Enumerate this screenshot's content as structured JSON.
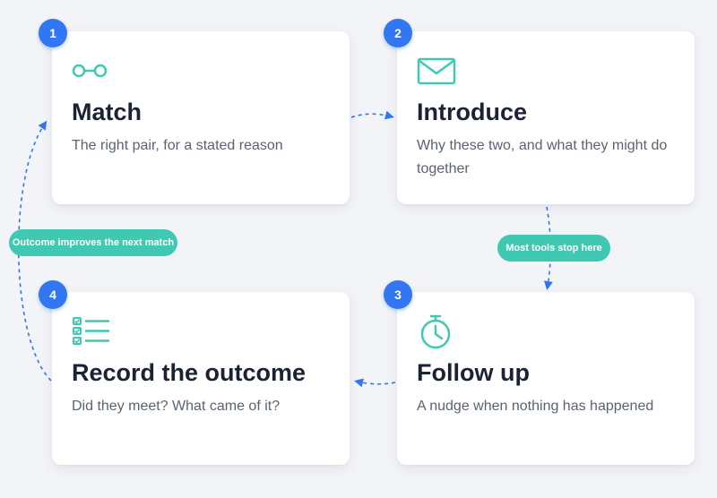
{
  "steps": [
    {
      "number": "1",
      "title": "Match",
      "description": "The right pair, for a stated reason",
      "icon": "link-rings-icon"
    },
    {
      "number": "2",
      "title": "Introduce",
      "description": "Why these two, and what they might do together",
      "icon": "envelope-icon"
    },
    {
      "number": "3",
      "title": "Follow up",
      "description": "A nudge when nothing has happened",
      "icon": "stopwatch-icon"
    },
    {
      "number": "4",
      "title": "Record the outcome",
      "description": "Did they meet? What came of it?",
      "icon": "checklist-icon"
    }
  ],
  "callouts": {
    "loop_back": "Outcome improves the next match",
    "stop_point": "Most tools stop here"
  },
  "colors": {
    "accent_blue": "#3277f1",
    "accent_teal": "#40c9b2",
    "title_text": "#1b2235",
    "body_text": "#5a6272",
    "background": "#f3f4f7"
  }
}
